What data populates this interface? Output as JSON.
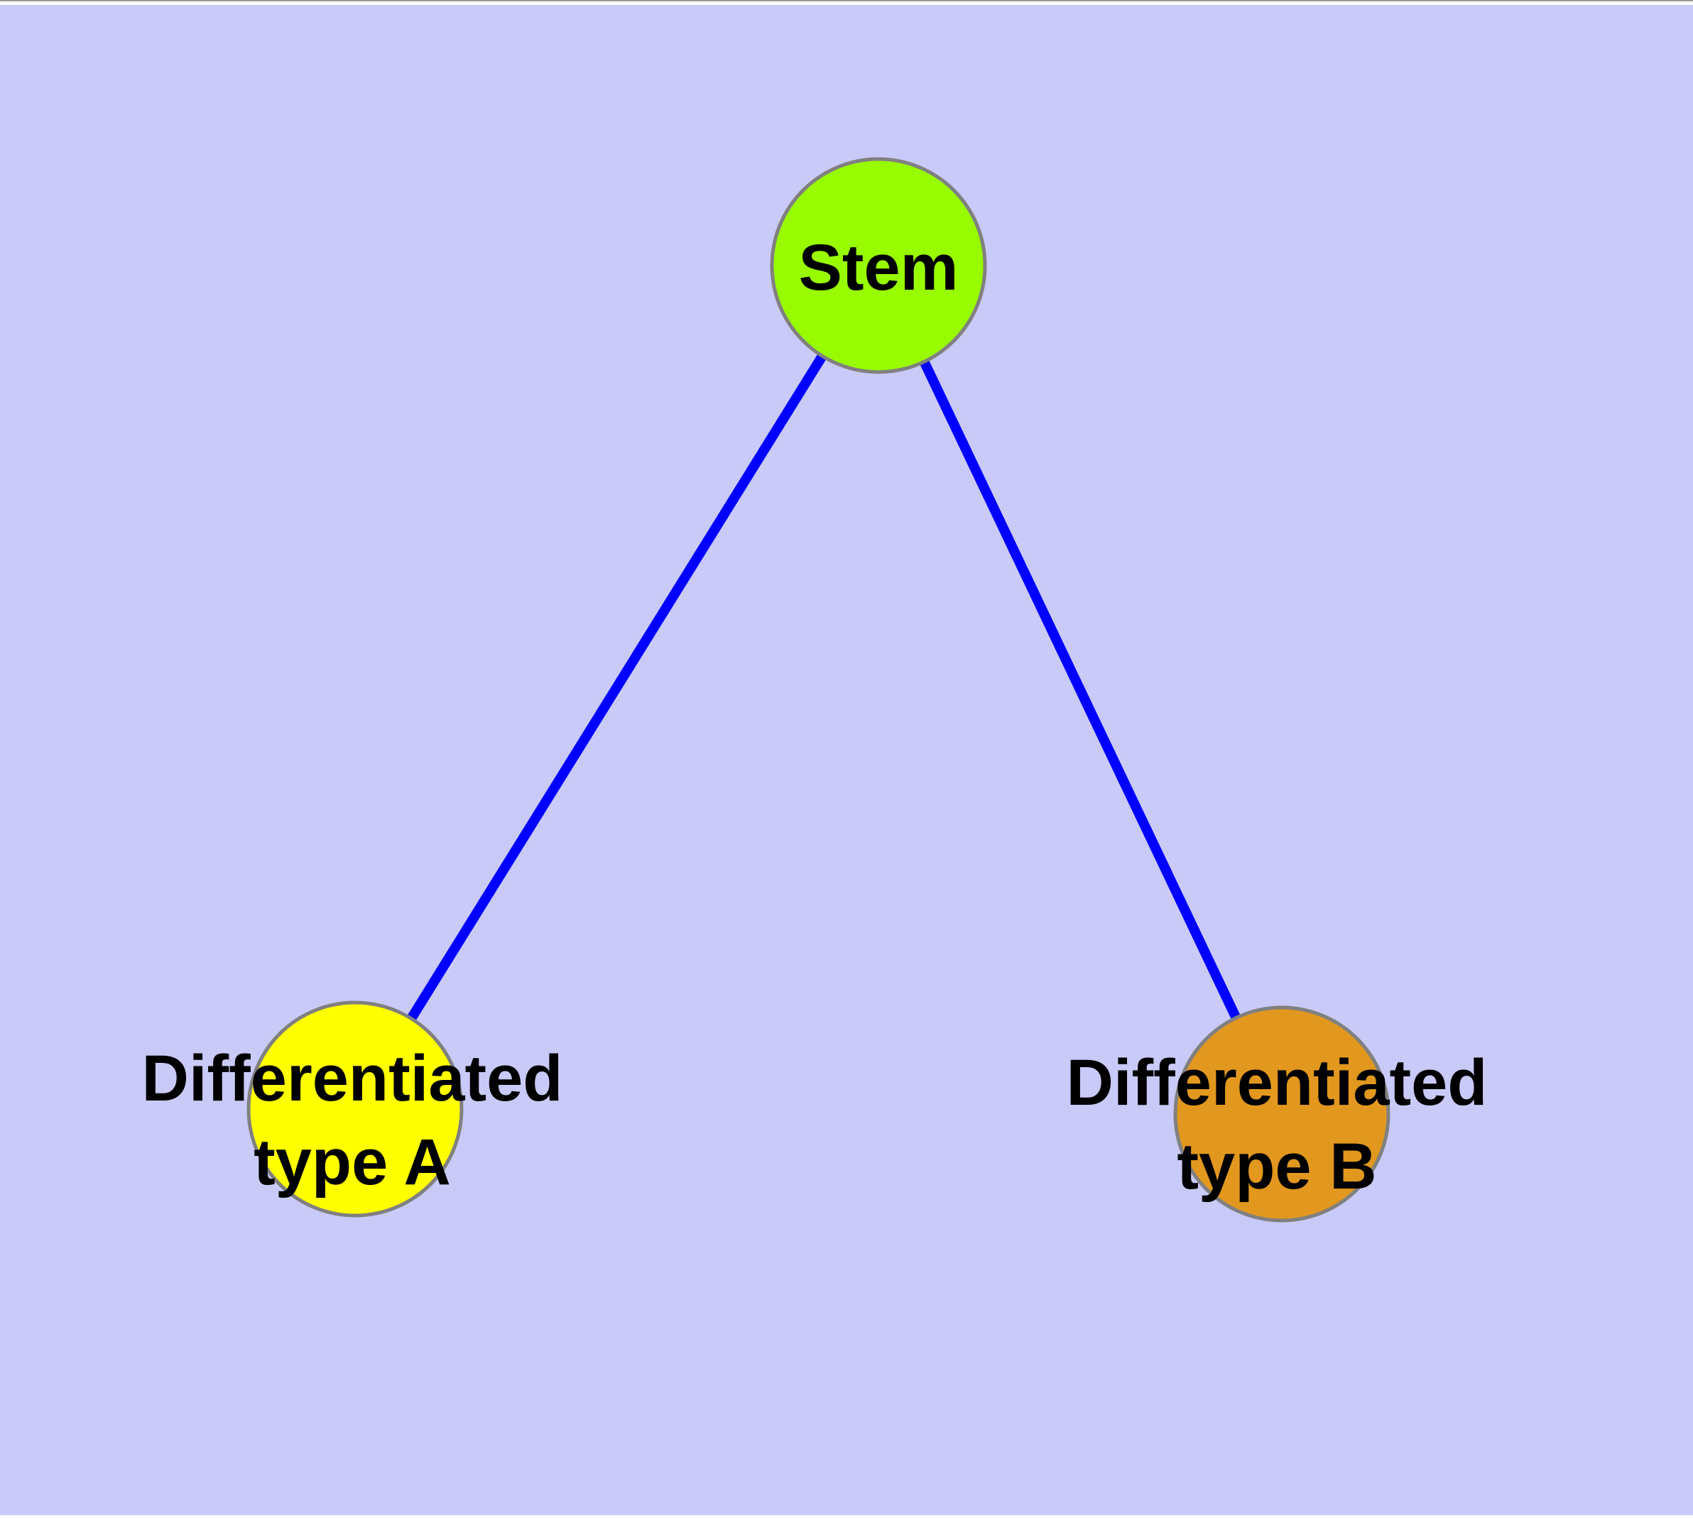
{
  "diagram": {
    "background_color": "#CACAF8",
    "top_hairline_color": "#9A9A9A",
    "margin_strip_color": "#FFFFFF",
    "edge_color": "#0000FF",
    "node_border_color": "#808080",
    "label_color": "#000000",
    "nodes": {
      "stem": {
        "label": "Stem",
        "fill": "#98FB00"
      },
      "type_a": {
        "label_line1": "Differentiated",
        "label_line2": "type A",
        "fill": "#FFFF00"
      },
      "type_b": {
        "label_line1": "Differentiated",
        "label_line2": "type B",
        "fill": "#E2981E"
      }
    },
    "edges": [
      {
        "from": "stem",
        "to": "type_a"
      },
      {
        "from": "stem",
        "to": "type_b"
      }
    ]
  }
}
